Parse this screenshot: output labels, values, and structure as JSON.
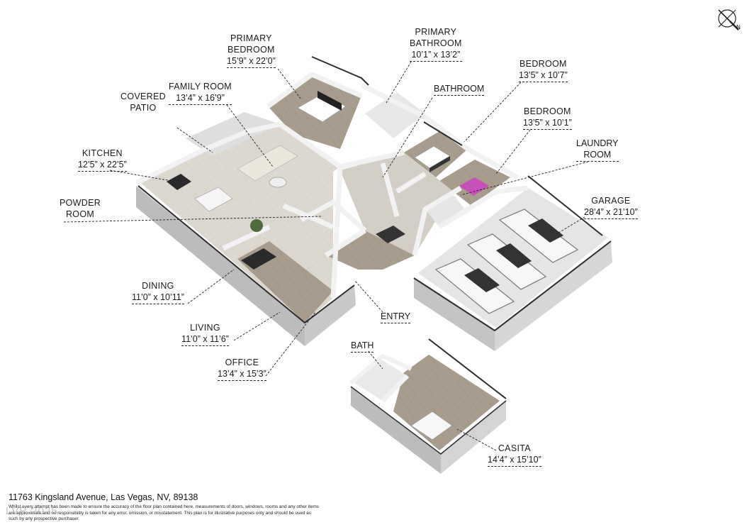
{
  "rooms": {
    "primary_bedroom": {
      "name": "PRIMARY\nBEDROOM",
      "dims": "15’9” x 22’0”"
    },
    "primary_bathroom": {
      "name": "PRIMARY\nBATHROOM",
      "dims": "10’1” x 13’2”"
    },
    "family_room": {
      "name": "FAMILY ROOM",
      "dims": "13’4” x 16’9”"
    },
    "covered_patio": {
      "name": "COVERED\nPATIO"
    },
    "bathroom": {
      "name": "BATHROOM"
    },
    "bedroom_1": {
      "name": "BEDROOM",
      "dims": "13’5” x 10’7”"
    },
    "bedroom_2": {
      "name": "BEDROOM",
      "dims": "13’5” x 10’1”"
    },
    "kitchen": {
      "name": "KITCHEN",
      "dims": "12’5” x 22’5”"
    },
    "laundry_room": {
      "name": "LAUNDRY\nROOM"
    },
    "powder_room": {
      "name": "POWDER\nROOM"
    },
    "garage": {
      "name": "GARAGE",
      "dims": "28’4” x 21’10”"
    },
    "dining": {
      "name": "DINING",
      "dims": "11’0” x 10’11”"
    },
    "living": {
      "name": "LIVING",
      "dims": "11’0” x 11’6”"
    },
    "entry": {
      "name": "ENTRY"
    },
    "office": {
      "name": "OFFICE",
      "dims": "13’4” x 15’3”"
    },
    "bath": {
      "name": "BATH"
    },
    "casita": {
      "name": "CASITA",
      "dims": "14’4” x 15’10”"
    }
  },
  "compass": {
    "label": "N"
  },
  "address": "11763 Kingsland Avenue, Las Vegas, NV, 89138",
  "disclaimer": "Whilst every attempt has been made to ensure the accuracy of the floor plan contained here, measurements of doors, windows, rooms and any other items are approximate and no responsibility is taken for any error, omission, or misstatement. This plan is for illustrative purposes only and should be used as such by any prospective purchaser.",
  "watermark": "LVR 2025",
  "colors": {
    "wall_top": "#f4f4f4",
    "wall_side": "#b9b9b9",
    "wall_dark": "#2b2b2b",
    "floor_wood": "#a69a8b",
    "floor_tile": "#d8d3cb",
    "floor_garage": "#e3e3e3",
    "bed_accent": "#c64fb8"
  }
}
